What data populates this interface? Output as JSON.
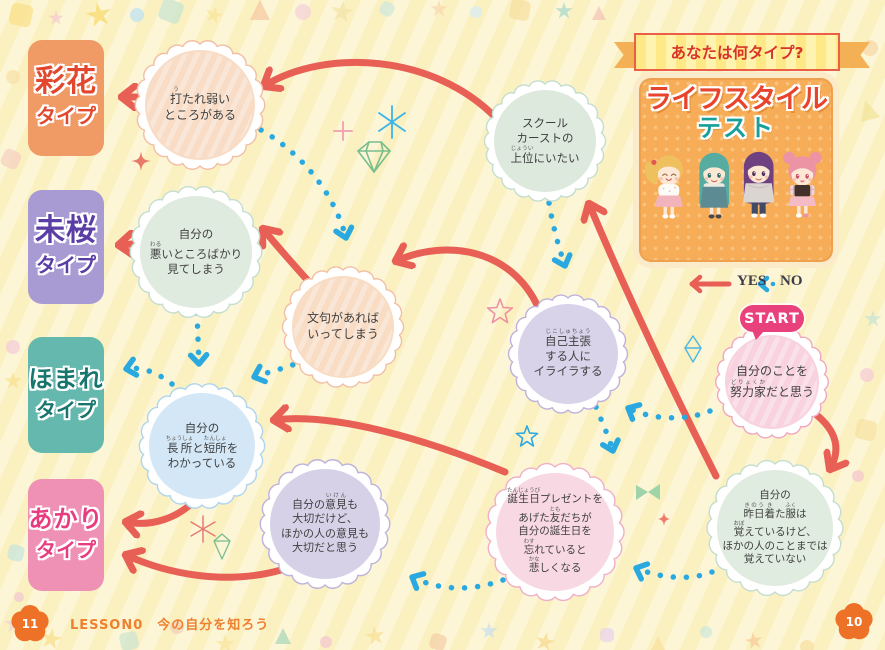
{
  "header": {
    "banner": "あなたは何タイプ?",
    "title_line1": "ライフスタイル",
    "title_line2": "テスト"
  },
  "legend": {
    "yes_label": "YES",
    "no_label": "NO"
  },
  "start_label": "START",
  "types": [
    {
      "id": "saika",
      "name": "彩花",
      "suffix": "タイプ"
    },
    {
      "id": "mio",
      "name": "未桜",
      "suffix": "タイプ"
    },
    {
      "id": "homare",
      "name": "ほまれ",
      "suffix": "タイプ"
    },
    {
      "id": "akari",
      "name": "あかり",
      "suffix": "タイプ"
    }
  ],
  "questions": [
    {
      "id": "utare",
      "lines": [
        [
          {
            "t": "打",
            "r": "う"
          },
          {
            "t": "たれ弱い"
          }
        ],
        [
          {
            "t": "ところがある"
          }
        ]
      ]
    },
    {
      "id": "caste",
      "lines": [
        [
          {
            "t": "スクール"
          }
        ],
        [
          {
            "t": "カーストの"
          }
        ],
        [
          {
            "t": "上位",
            "r": "じょうい"
          },
          {
            "t": "にいたい"
          }
        ]
      ]
    },
    {
      "id": "warui",
      "lines": [
        [
          {
            "t": "自分の"
          }
        ],
        [
          {
            "t": "悪",
            "r": "わる"
          },
          {
            "t": "いところばかり"
          }
        ],
        [
          {
            "t": "見てしまう"
          }
        ]
      ]
    },
    {
      "id": "monku",
      "lines": [
        [
          {
            "t": "文句があれば"
          }
        ],
        [
          {
            "t": "いってしまう"
          }
        ]
      ]
    },
    {
      "id": "jiko",
      "lines": [
        [
          {
            "t": "自己主張",
            "r": "じこしゅちょう"
          }
        ],
        [
          {
            "t": "する人に"
          }
        ],
        [
          {
            "t": "イライラする"
          }
        ]
      ]
    },
    {
      "id": "doryoku",
      "lines": [
        [
          {
            "t": "自分のことを"
          }
        ],
        [
          {
            "t": "努力家",
            "r": "どりょくか"
          },
          {
            "t": "だと思う"
          }
        ]
      ]
    },
    {
      "id": "chousho",
      "lines": [
        [
          {
            "t": "自分の"
          }
        ],
        [
          {
            "t": "長所",
            "r": "ちょうしょ"
          },
          {
            "t": "と"
          },
          {
            "t": "短所",
            "r": "たんしょ"
          },
          {
            "t": "を"
          }
        ],
        [
          {
            "t": "わかっている"
          }
        ]
      ]
    },
    {
      "id": "iken",
      "lines": [
        [
          {
            "t": "自分の"
          },
          {
            "t": "意見",
            "r": "いけん"
          },
          {
            "t": "も"
          }
        ],
        [
          {
            "t": "大切だけど、"
          }
        ],
        [
          {
            "t": "ほかの人の意見も"
          }
        ],
        [
          {
            "t": "大切だと思う"
          }
        ]
      ]
    },
    {
      "id": "tanjoubi",
      "lines": [
        [
          {
            "t": "誕生日",
            "r": "たんじょうび"
          },
          {
            "t": "プレゼントを"
          }
        ],
        [
          {
            "t": "あげた"
          },
          {
            "t": "友",
            "r": "とも"
          },
          {
            "t": "だちが"
          }
        ],
        [
          {
            "t": "自分の誕生日を"
          }
        ],
        [
          {
            "t": "忘",
            "r": "わす"
          },
          {
            "t": "れていると"
          }
        ],
        [
          {
            "t": "悲",
            "r": "かな"
          },
          {
            "t": "しくなる"
          }
        ]
      ]
    },
    {
      "id": "kinou",
      "lines": [
        [
          {
            "t": "自分の"
          }
        ],
        [
          {
            "t": "昨日",
            "r": "きのう"
          },
          {
            "t": "着",
            "r": "き"
          },
          {
            "t": "た"
          },
          {
            "t": "服",
            "r": "ふく"
          },
          {
            "t": "は"
          }
        ],
        [
          {
            "t": "覚",
            "r": "おぼ"
          },
          {
            "t": "えているけど、"
          }
        ],
        [
          {
            "t": "ほかの人のことまでは"
          }
        ],
        [
          {
            "t": "覚えていない"
          }
        ]
      ]
    }
  ],
  "connections": [
    {
      "from": "doryoku",
      "to": "kinou",
      "answer": "yes"
    },
    {
      "from": "doryoku",
      "to": "jiko",
      "answer": "no"
    },
    {
      "from": "kinou",
      "to": "caste",
      "answer": "yes"
    },
    {
      "from": "kinou",
      "to": "tanjoubi",
      "answer": "no"
    },
    {
      "from": "caste",
      "to": "utare",
      "answer": "yes"
    },
    {
      "from": "caste",
      "to": "jiko",
      "answer": "no"
    },
    {
      "from": "jiko",
      "to": "monku",
      "answer": "yes"
    },
    {
      "from": "jiko",
      "to": "tanjoubi",
      "answer": "no"
    },
    {
      "from": "utare",
      "to": "type-saika",
      "answer": "yes"
    },
    {
      "from": "utare",
      "to": "monku",
      "answer": "no"
    },
    {
      "from": "monku",
      "to": "warui",
      "answer": "yes"
    },
    {
      "from": "monku",
      "to": "chousho",
      "answer": "no"
    },
    {
      "from": "warui",
      "to": "type-mio",
      "answer": "yes"
    },
    {
      "from": "warui",
      "to": "chousho",
      "answer": "no"
    },
    {
      "from": "tanjoubi",
      "to": "chousho",
      "answer": "yes"
    },
    {
      "from": "tanjoubi",
      "to": "iken",
      "answer": "no"
    },
    {
      "from": "chousho",
      "to": "type-akari",
      "answer": "yes"
    },
    {
      "from": "chousho",
      "to": "type-homare",
      "answer": "no"
    },
    {
      "from": "iken",
      "to": "type-akari",
      "answer": "yes"
    }
  ],
  "footer": {
    "page_left": "11",
    "lesson": "LESSON0　今の自分を知ろう",
    "page_right": "10"
  },
  "colors": {
    "yes_arrow": "#e86055",
    "no_arrow": "#2aa9e0",
    "type_saika_bg": "#f09a66",
    "type_mio_bg": "#a89ad2",
    "type_homare_bg": "#64b8ae",
    "type_akari_bg": "#ef91b4",
    "panel_bg": "#f7ad58",
    "start_badge_bg": "#e8417c"
  }
}
